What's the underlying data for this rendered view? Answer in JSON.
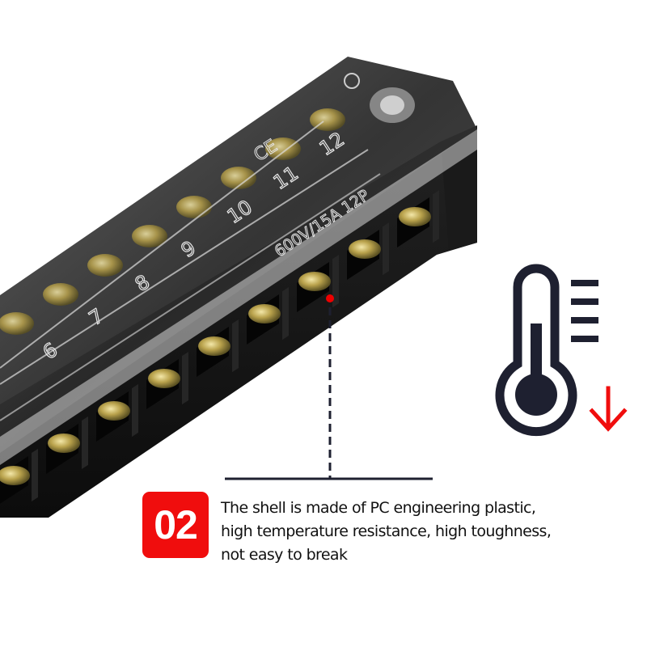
{
  "feature": {
    "number": "02",
    "description_lines": [
      "The shell is made of PC engineering plastic,",
      "high temperature resistance, high toughness,",
      "not easy to break"
    ]
  },
  "product": {
    "terminal_numbers": [
      "6",
      "7",
      "8",
      "9",
      "10",
      "11",
      "12"
    ],
    "rating_label": "600V/15A 12P",
    "cert_mark": "CE"
  },
  "icons": {
    "temperature": "thermometer-icon",
    "direction": "arrow-down-icon"
  },
  "colors": {
    "accent": "#f00d0d",
    "icon": "#1e2030",
    "body": "#141414"
  }
}
